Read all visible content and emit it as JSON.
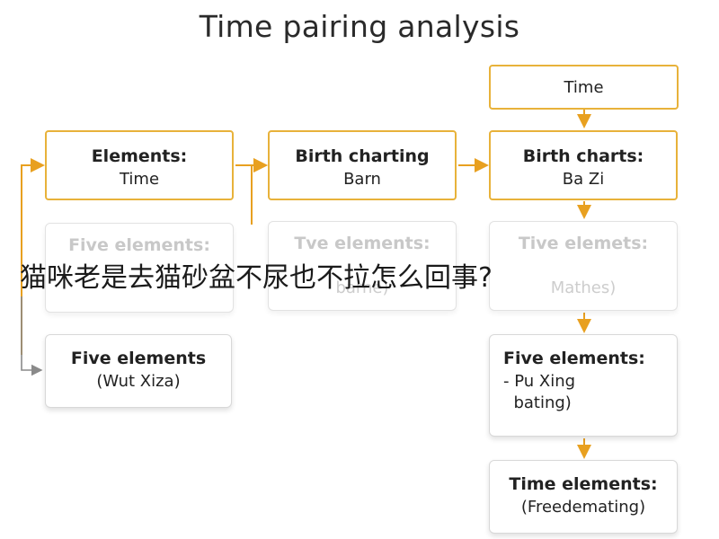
{
  "title": "Time pairing analysis",
  "overlay_text": "猫咪老是去猫砂盆不尿也不拉怎么回事?",
  "colors": {
    "accent": "#e8b23a",
    "gray_connector": "#999999"
  },
  "boxes": {
    "time": {
      "title": "Time",
      "sub": ""
    },
    "elements_time": {
      "title": "Elements:",
      "sub": "Time"
    },
    "birth_charting": {
      "title": "Birth charting",
      "sub": "Barn"
    },
    "birth_charts": {
      "title": "Birth charts:",
      "sub": "Ba Zi"
    },
    "faded_left": {
      "title": "Five elements:",
      "sub": ""
    },
    "faded_mid": {
      "title": "Tve elements:",
      "sub": "barne)"
    },
    "faded_right": {
      "title": "Tive elemets:",
      "sub": "Mathes)"
    },
    "five_wut": {
      "title": "Five elements",
      "sub": "(Wut Xiza)"
    },
    "five_pu": {
      "title": "Five elements:",
      "sub": "- Pu Xing\n  bating)"
    },
    "time_elements": {
      "title": "Time elements:",
      "sub": "(Freedemating)"
    }
  }
}
